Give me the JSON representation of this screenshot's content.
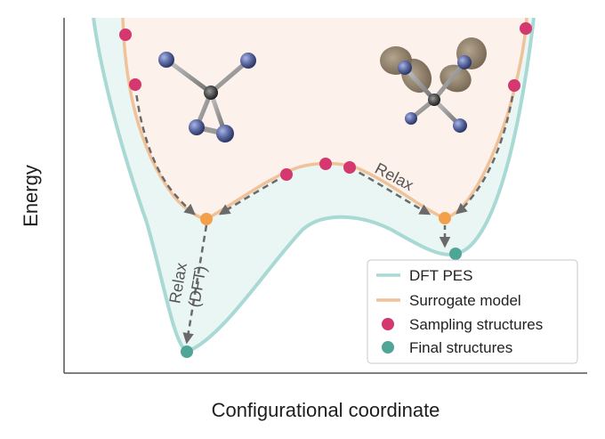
{
  "axes": {
    "xlabel": "Configurational coordinate",
    "ylabel": "Energy"
  },
  "annotations": {
    "relax_right": "Relax",
    "relax_dft_line1": "Relax",
    "relax_dft_line2": "(DFT)"
  },
  "legend": {
    "items": [
      {
        "label": "DFT PES",
        "kind": "line",
        "color": "#a9d9d4"
      },
      {
        "label": "Surrogate model",
        "kind": "line",
        "color": "#f0c299"
      },
      {
        "label": "Sampling structures",
        "kind": "marker",
        "color": "#d5376f"
      },
      {
        "label": "Final structures",
        "kind": "marker",
        "color": "#4fa596"
      }
    ]
  },
  "colors": {
    "dft_fill": "#eaf6f4",
    "dft_line": "#a9d9d4",
    "surrogate_fill": "#fdf1ec",
    "surrogate_line": "#f0c299",
    "sampling": "#d5376f",
    "final": "#4fa596",
    "surrogate_min": "#f2a14a",
    "arrow": "#6a6a6a",
    "atom_blue": "#5b6aa3",
    "orbital": "#7a6a55"
  }
}
